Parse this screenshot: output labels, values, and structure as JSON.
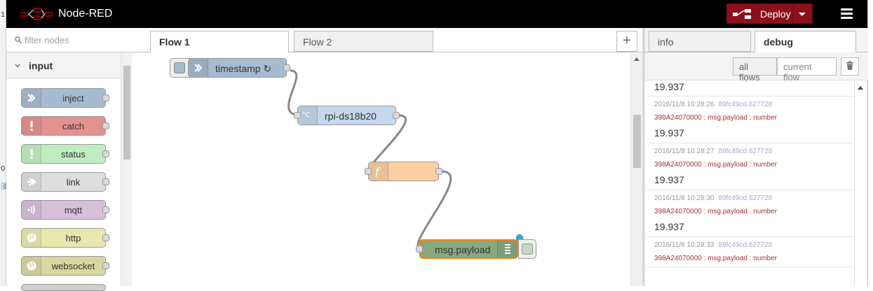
{
  "header": {
    "title": "Node-RED",
    "deploy_label": "Deploy"
  },
  "background_window": {
    "fragments": [
      "1",
      "0",
      "浸"
    ]
  },
  "palette": {
    "filter_placeholder": "filter nodes",
    "category": "input",
    "nodes": [
      {
        "label": "inject",
        "color": "#a6bbcf",
        "icon": "arrow-icon"
      },
      {
        "label": "catch",
        "color": "#e49191",
        "icon": "alert-icon"
      },
      {
        "label": "status",
        "color": "#c0edc0",
        "icon": "alert-icon"
      },
      {
        "label": "link",
        "color": "#dddddd",
        "icon": "link-icon"
      },
      {
        "label": "mqtt",
        "color": "#d8bfd8",
        "icon": "bridge-icon"
      },
      {
        "label": "http",
        "color": "#e7e7ae",
        "icon": "globe-icon"
      },
      {
        "label": "websocket",
        "color": "#d7d7a0",
        "icon": "globe-icon"
      }
    ]
  },
  "workspace": {
    "tabs": [
      {
        "label": "Flow 1",
        "active": true
      },
      {
        "label": "Flow 2",
        "active": false
      }
    ],
    "add_label": "+",
    "nodes": {
      "timestamp": {
        "label": "timestamp ↻",
        "color": "#a6bbcf"
      },
      "sensor": {
        "label": "rpi-ds18b20",
        "color": "#c5d8ed"
      },
      "function": {
        "label": "",
        "color": "#fdd0a2"
      },
      "debug": {
        "label": "msg.payload",
        "color": "#87a980"
      }
    }
  },
  "sidebar": {
    "tabs": [
      {
        "label": "info",
        "active": false
      },
      {
        "label": "debug",
        "active": true
      }
    ],
    "filter_buttons": {
      "all": "all flows",
      "current": "current flow"
    },
    "first_value": "19.937",
    "messages": [
      {
        "timestamp": "2016/11/8 10:28:26",
        "node_id": "89fc49cd.627728",
        "topic": "398A24070000 : msg.payload : number",
        "value": "19.937"
      },
      {
        "timestamp": "2016/11/8 10:28:27",
        "node_id": "89fc49cd.627728",
        "topic": "398A24070000 : msg.payload : number",
        "value": "19.937"
      },
      {
        "timestamp": "2016/11/8 10:28:30",
        "node_id": "89fc49cd.627728",
        "topic": "398A24070000 : msg.payload : number",
        "value": "19.937"
      },
      {
        "timestamp": "2016/11/8 10:28:33",
        "node_id": "89fc49cd.627728",
        "topic": "398A24070000 : msg.payload : number",
        "value": ""
      }
    ]
  },
  "colors": {
    "header_bg": "#000000",
    "deploy_bg": "#8c101c",
    "selected_outline": "#ff7f0e",
    "status_dot": "#23b1e0"
  }
}
